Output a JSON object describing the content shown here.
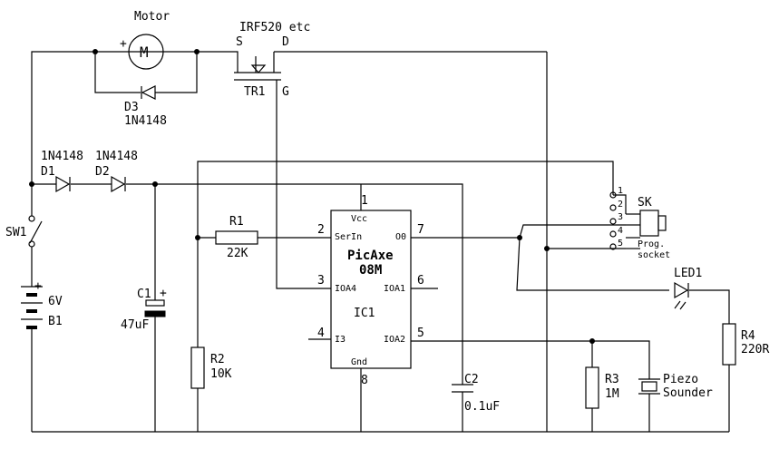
{
  "motor": {
    "title": "Motor",
    "symbol": "M",
    "plus": "+"
  },
  "tr1": {
    "part": "IRF520 etc",
    "s": "S",
    "d": "D",
    "g": "G",
    "ref": "TR1"
  },
  "d3": {
    "ref": "D3",
    "value": "1N4148"
  },
  "d1": {
    "ref": "D1",
    "value": "1N4148"
  },
  "d2": {
    "ref": "D2",
    "value": "1N4148"
  },
  "sw1": {
    "ref": "SW1"
  },
  "b1": {
    "ref": "B1",
    "value": "6V",
    "plus": "+"
  },
  "c1": {
    "ref": "C1",
    "value": "47uF",
    "plus": "+"
  },
  "r1": {
    "ref": "R1",
    "value": "22K"
  },
  "r2": {
    "ref": "R2",
    "value": "10K"
  },
  "r3": {
    "ref": "R3",
    "value": "1M"
  },
  "r4": {
    "ref": "R4",
    "value": "220R"
  },
  "c2": {
    "ref": "C2",
    "value": "0.1uF"
  },
  "ic1": {
    "ref": "IC1",
    "name_line1": "PicAxe",
    "name_line2": "08M",
    "pin_vcc": "Vcc",
    "pin_serin": "SerIn",
    "pin_o0": "O0",
    "pin_ioa4": "IOA4",
    "pin_ioa1": "IOA1",
    "pin_i3": "I3",
    "pin_ioa2": "IOA2",
    "pin_gnd": "Gnd",
    "num_1": "1",
    "num_2": "2",
    "num_3": "3",
    "num_4": "4",
    "num_5": "5",
    "num_6": "6",
    "num_7": "7",
    "num_8": "8"
  },
  "sk": {
    "ref": "SK",
    "line1": "Prog.",
    "line2": "socket",
    "p1": "1",
    "p2": "2",
    "p3": "3",
    "p4": "4",
    "p5": "5"
  },
  "led1": {
    "ref": "LED1"
  },
  "piezo": {
    "line1": "Piezo",
    "line2": "Sounder"
  }
}
